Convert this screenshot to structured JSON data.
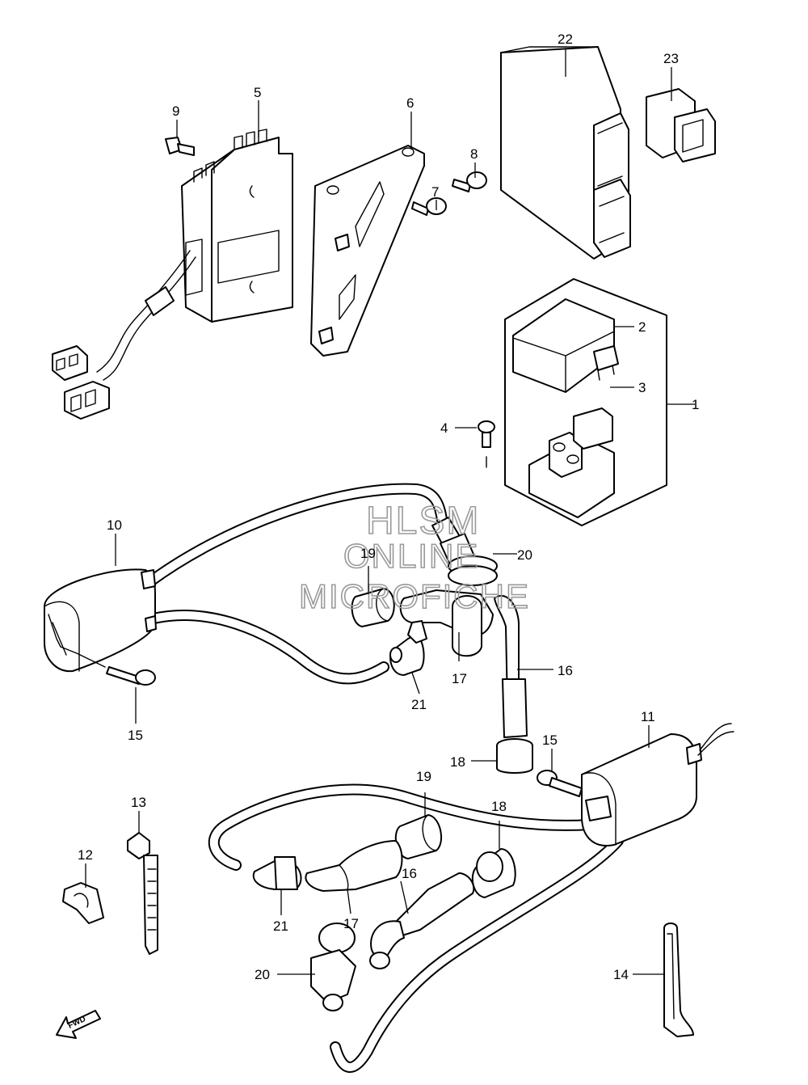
{
  "watermark": {
    "line1": "HLSM",
    "line2": "ONLINE",
    "line3": "MICROFICHE"
  },
  "direction_label": "FWD",
  "callouts": [
    {
      "id": "c1",
      "label": "1"
    },
    {
      "id": "c2",
      "label": "2"
    },
    {
      "id": "c3",
      "label": "3"
    },
    {
      "id": "c4",
      "label": "4"
    },
    {
      "id": "c5",
      "label": "5"
    },
    {
      "id": "c6",
      "label": "6"
    },
    {
      "id": "c7",
      "label": "7"
    },
    {
      "id": "c8",
      "label": "8"
    },
    {
      "id": "c9",
      "label": "9"
    },
    {
      "id": "c10",
      "label": "10"
    },
    {
      "id": "c11",
      "label": "11"
    },
    {
      "id": "c12",
      "label": "12"
    },
    {
      "id": "c13",
      "label": "13"
    },
    {
      "id": "c14",
      "label": "14"
    },
    {
      "id": "c15a",
      "label": "15"
    },
    {
      "id": "c15b",
      "label": "15"
    },
    {
      "id": "c16a",
      "label": "16"
    },
    {
      "id": "c16b",
      "label": "16"
    },
    {
      "id": "c17a",
      "label": "17"
    },
    {
      "id": "c17b",
      "label": "17"
    },
    {
      "id": "c18a",
      "label": "18"
    },
    {
      "id": "c18b",
      "label": "18"
    },
    {
      "id": "c19a",
      "label": "19"
    },
    {
      "id": "c19b",
      "label": "19"
    },
    {
      "id": "c20a",
      "label": "20"
    },
    {
      "id": "c20b",
      "label": "20"
    },
    {
      "id": "c21a",
      "label": "21"
    },
    {
      "id": "c21b",
      "label": "21"
    },
    {
      "id": "c22",
      "label": "22"
    },
    {
      "id": "c23",
      "label": "23"
    }
  ]
}
